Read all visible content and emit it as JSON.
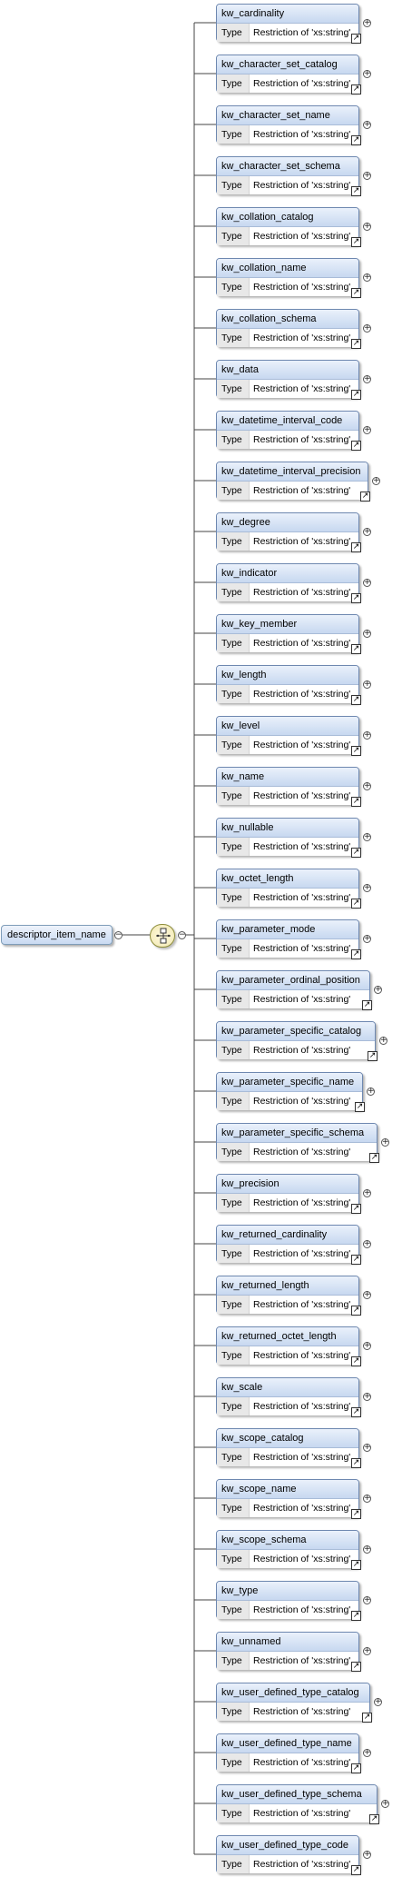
{
  "root": {
    "name": "descriptor_item_name"
  },
  "symbols": {
    "collapse": "−",
    "expand": "+",
    "reference": "↗"
  },
  "type_label": "Type",
  "elements": [
    {
      "name": "kw_cardinality",
      "type": "Restriction of 'xs:string'"
    },
    {
      "name": "kw_character_set_catalog",
      "type": "Restriction of 'xs:string'"
    },
    {
      "name": "kw_character_set_name",
      "type": "Restriction of 'xs:string'"
    },
    {
      "name": "kw_character_set_schema",
      "type": "Restriction of 'xs:string'"
    },
    {
      "name": "kw_collation_catalog",
      "type": "Restriction of 'xs:string'"
    },
    {
      "name": "kw_collation_name",
      "type": "Restriction of 'xs:string'"
    },
    {
      "name": "kw_collation_schema",
      "type": "Restriction of 'xs:string'"
    },
    {
      "name": "kw_data",
      "type": "Restriction of 'xs:string'"
    },
    {
      "name": "kw_datetime_interval_code",
      "type": "Restriction of 'xs:string'"
    },
    {
      "name": "kw_datetime_interval_precision",
      "type": "Restriction of 'xs:string'"
    },
    {
      "name": "kw_degree",
      "type": "Restriction of 'xs:string'"
    },
    {
      "name": "kw_indicator",
      "type": "Restriction of 'xs:string'"
    },
    {
      "name": "kw_key_member",
      "type": "Restriction of 'xs:string'"
    },
    {
      "name": "kw_length",
      "type": "Restriction of 'xs:string'"
    },
    {
      "name": "kw_level",
      "type": "Restriction of 'xs:string'"
    },
    {
      "name": "kw_name",
      "type": "Restriction of 'xs:string'"
    },
    {
      "name": "kw_nullable",
      "type": "Restriction of 'xs:string'"
    },
    {
      "name": "kw_octet_length",
      "type": "Restriction of 'xs:string'"
    },
    {
      "name": "kw_parameter_mode",
      "type": "Restriction of 'xs:string'"
    },
    {
      "name": "kw_parameter_ordinal_position",
      "type": "Restriction of 'xs:string'"
    },
    {
      "name": "kw_parameter_specific_catalog",
      "type": "Restriction of 'xs:string'"
    },
    {
      "name": "kw_parameter_specific_name",
      "type": "Restriction of 'xs:string'"
    },
    {
      "name": "kw_parameter_specific_schema",
      "type": "Restriction of 'xs:string'"
    },
    {
      "name": "kw_precision",
      "type": "Restriction of 'xs:string'"
    },
    {
      "name": "kw_returned_cardinality",
      "type": "Restriction of 'xs:string'"
    },
    {
      "name": "kw_returned_length",
      "type": "Restriction of 'xs:string'"
    },
    {
      "name": "kw_returned_octet_length",
      "type": "Restriction of 'xs:string'"
    },
    {
      "name": "kw_scale",
      "type": "Restriction of 'xs:string'"
    },
    {
      "name": "kw_scope_catalog",
      "type": "Restriction of 'xs:string'"
    },
    {
      "name": "kw_scope_name",
      "type": "Restriction of 'xs:string'"
    },
    {
      "name": "kw_scope_schema",
      "type": "Restriction of 'xs:string'"
    },
    {
      "name": "kw_type",
      "type": "Restriction of 'xs:string'"
    },
    {
      "name": "kw_unnamed",
      "type": "Restriction of 'xs:string'"
    },
    {
      "name": "kw_user_defined_type_catalog",
      "type": "Restriction of 'xs:string'"
    },
    {
      "name": "kw_user_defined_type_name",
      "type": "Restriction of 'xs:string'"
    },
    {
      "name": "kw_user_defined_type_schema",
      "type": "Restriction of 'xs:string'"
    },
    {
      "name": "kw_user_defined_type_code",
      "type": "Restriction of 'xs:string'"
    }
  ]
}
